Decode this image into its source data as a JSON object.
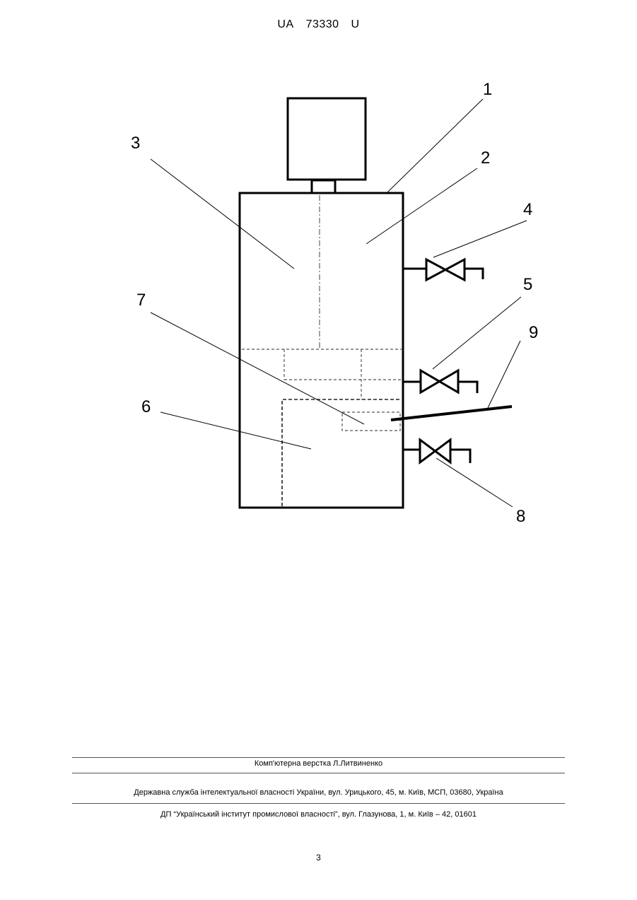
{
  "header": {
    "country": "UA",
    "number": "73330",
    "kind": "U"
  },
  "figure": {
    "labels": [
      "1",
      "2",
      "3",
      "4",
      "5",
      "6",
      "7",
      "8",
      "9"
    ]
  },
  "footer": {
    "layout_credit": "Комп'ютерна верстка Л.Литвиненко",
    "agency": "Державна служба інтелектуальної власності України, вул. Урицького, 45, м. Київ, МСП, 03680, Україна",
    "institute": "ДП “Український інститут промислової власності”, вул. Глазунова, 1, м. Київ – 42, 01601"
  },
  "page_number": "3"
}
